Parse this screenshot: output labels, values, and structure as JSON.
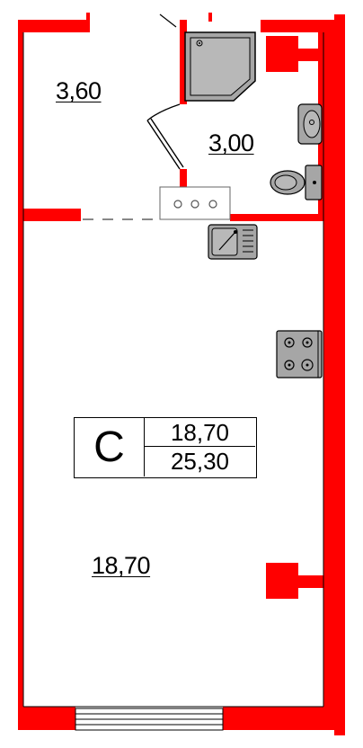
{
  "rooms": {
    "hall_area": "3,60",
    "bathroom_area": "3,00",
    "main_room_area": "18,70"
  },
  "apartment": {
    "type": "С",
    "living_area": "18,70",
    "total_area": "25,30"
  },
  "colors": {
    "wall": "#ff0000",
    "fixture_fill": "#a6a6a6",
    "line": "#000000",
    "background": "#ffffff"
  },
  "icons": [
    "shower-cabin-icon",
    "washbasin-icon",
    "toilet-icon",
    "kitchen-sink-icon",
    "cooktop-icon",
    "window-icon",
    "door-swing-icon",
    "ventilation-icon"
  ]
}
